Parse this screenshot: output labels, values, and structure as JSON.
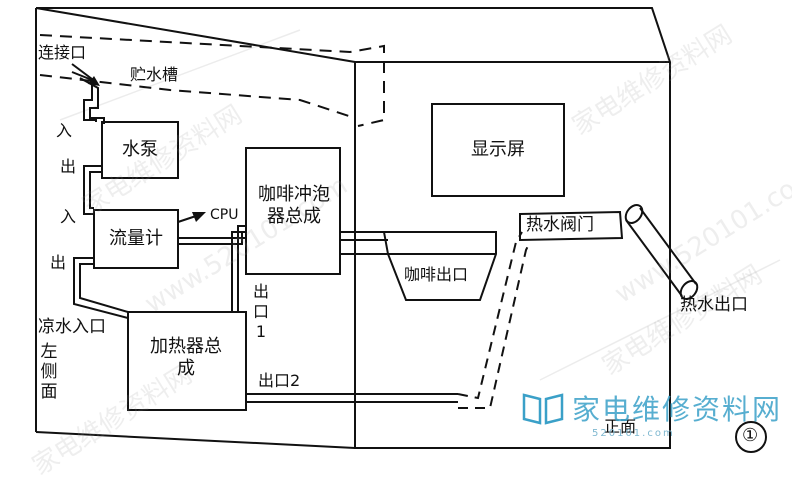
{
  "labels": {
    "connector": "连接口",
    "tank": "贮水槽",
    "in1": "入",
    "out1": "出",
    "pump": "水泵",
    "in2": "入",
    "out2": "出",
    "flowmeter": "流量计",
    "cpu": "CPU",
    "brewer": "咖啡冲泡器总成",
    "display": "显示屏",
    "coffee_outlet": "咖啡出口",
    "hot_valve": "热水阀门",
    "hot_outlet": "热水出口",
    "outlet1": "出口1",
    "cold_inlet": "凉水入口",
    "left_side": "左侧面",
    "heater": "加热器总成",
    "outlet2": "出口2",
    "front": "正面",
    "figure_no": "①"
  },
  "watermarks": {
    "cn": "家电维修资料网",
    "en": "www.520101.com"
  },
  "brand": {
    "title": "家电维修资料网",
    "url": "520101.com"
  },
  "colors": {
    "line": "#111111",
    "watermark": "#9a9a9a",
    "brand": "#3aa0c8"
  }
}
